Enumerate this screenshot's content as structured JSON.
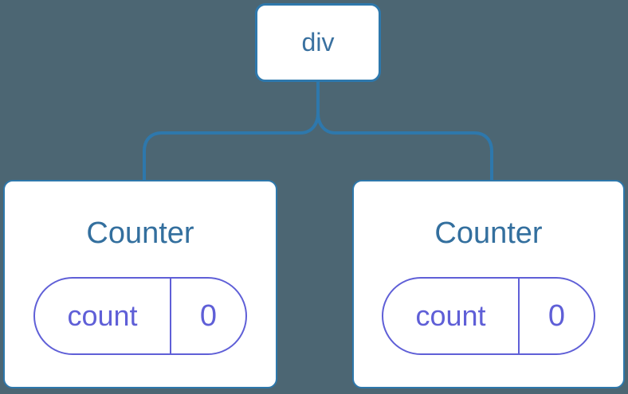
{
  "diagram": {
    "description": "component tree: div root with two Counter children",
    "root": {
      "label": "div"
    },
    "children": [
      {
        "title": "Counter",
        "state": {
          "key": "count",
          "value": "0"
        }
      },
      {
        "title": "Counter",
        "state": {
          "key": "count",
          "value": "0"
        }
      }
    ]
  },
  "colors": {
    "background": "#4C6673",
    "connector": "#2E78AC",
    "node_border": "#2E78AC",
    "node_background": "#FFFFFF",
    "root_label_text": "#3A71A0",
    "component_title_text": "#336F9E",
    "state_accent": "#5F5FD7"
  }
}
